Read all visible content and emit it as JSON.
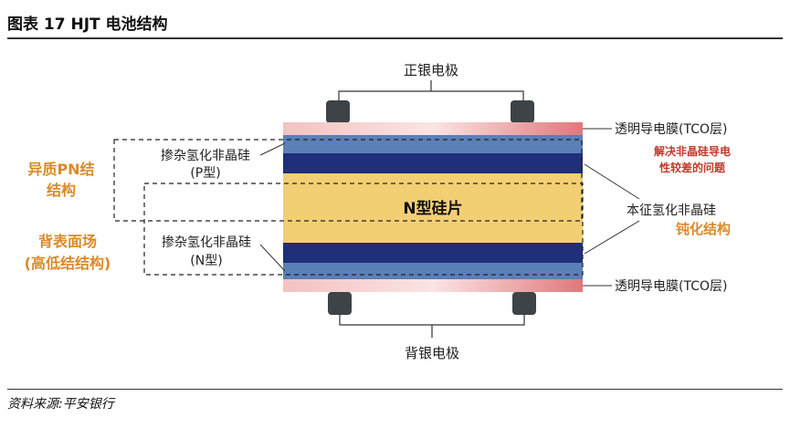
{
  "header": {
    "title": "图表 17    HJT 电池结构"
  },
  "diagram": {
    "front_electrode": "正银电极",
    "back_electrode": "背银电极",
    "p_layer": {
      "line1": "掺杂氢化非晶硅",
      "line2": "(P型)"
    },
    "n_layer": {
      "line1": "掺杂氢化非晶硅",
      "line2": "(N型)"
    },
    "wafer": "N型硅片",
    "hetero_pn": {
      "line1": "异质PN结",
      "line2": "结构"
    },
    "back_surface_field": {
      "line1": "背表面场",
      "line2": "(高低结结构)"
    },
    "tco_top": "透明导电膜(TCO层)",
    "tco_note": {
      "line1": "解决非晶硅导电",
      "line2": "性较差的问题"
    },
    "intrinsic": "本征氢化非晶硅",
    "passivation": "钝化结构",
    "tco_bottom": "透明导电膜(TCO层)",
    "colors": {
      "tco": "#e58f8f",
      "light_blue": "#5b7fb8",
      "dark_blue": "#1f2f7a",
      "wafer": "#f2cf73",
      "orange_text": "#d98a2a",
      "red_text": "#c0392b",
      "electrode": "#3d4347"
    }
  },
  "footer": {
    "source": "资料来源:平安银行"
  }
}
